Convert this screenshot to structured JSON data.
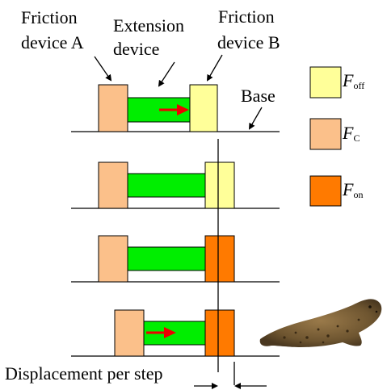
{
  "labels": {
    "friction_a_line1": "Friction",
    "friction_a_line2": "device A",
    "extension_line1": "Extension",
    "extension_line2": "device",
    "friction_b_line1": "Friction",
    "friction_b_line2": "device B",
    "base": "Base",
    "displacement": "Displacement per step"
  },
  "legend": [
    {
      "symbol": "F",
      "subscript": "off",
      "color": "#ffff99"
    },
    {
      "symbol": "F",
      "subscript": "C",
      "color": "#fbc08a"
    },
    {
      "symbol": "F",
      "subscript": "on",
      "color": "#ff7a00"
    }
  ],
  "colors": {
    "device_a": "#fbc08a",
    "device_b_off": "#ffff99",
    "device_b_on": "#ff7a00",
    "extension": "#00ee00",
    "arrow": "#ee0000",
    "line": "#000000"
  },
  "illustration": "seal-image"
}
